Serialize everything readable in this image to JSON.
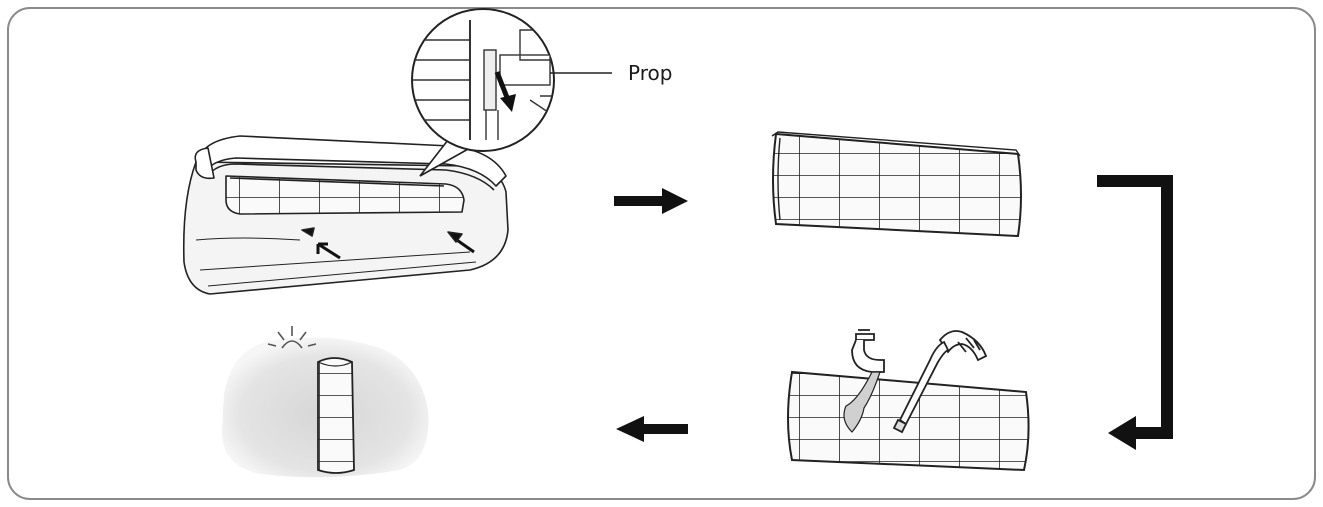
{
  "diagram": {
    "callout": {
      "label": "Prop"
    },
    "steps": [
      {
        "name": "open-panel-remove-filter"
      },
      {
        "name": "filter-removed"
      },
      {
        "name": "wash-and-vacuum-filter"
      },
      {
        "name": "dry-filter-in-shade"
      }
    ]
  }
}
